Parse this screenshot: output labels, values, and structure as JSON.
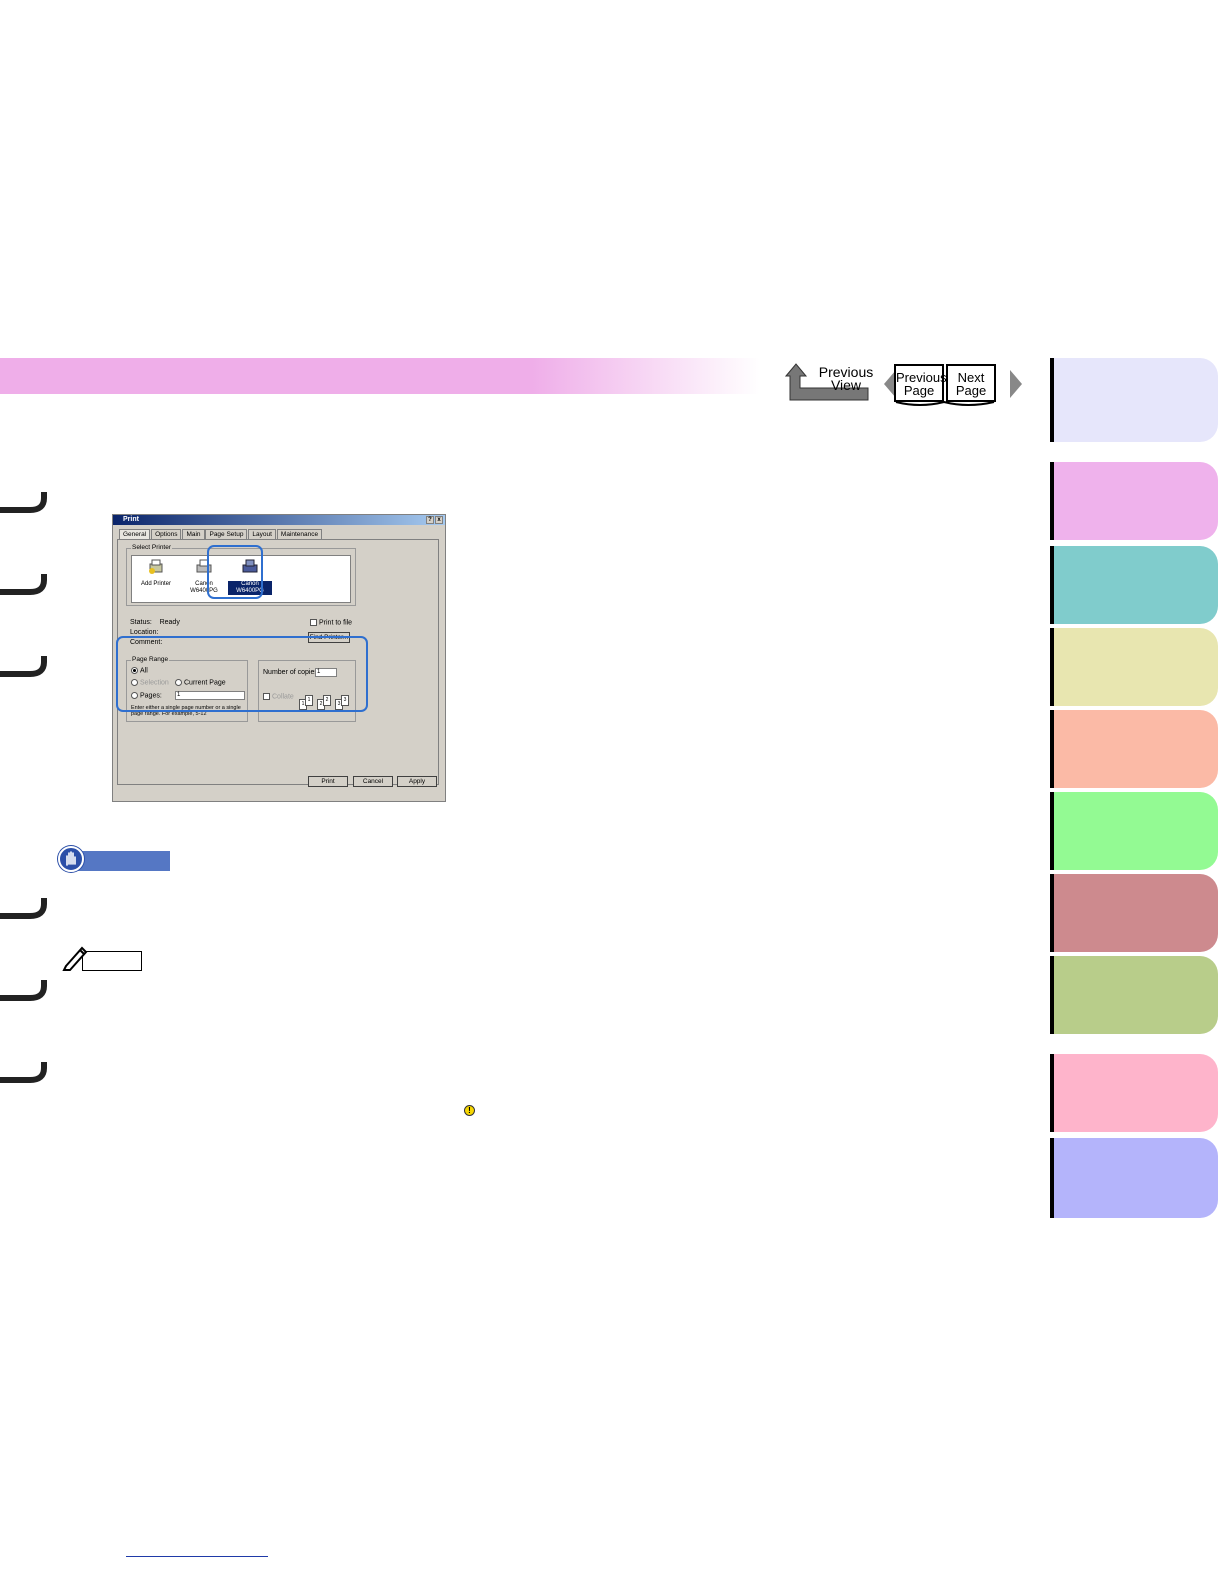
{
  "navigation": {
    "previous_view": "Previous\nView",
    "previous_page": "Previous\nPage",
    "next_page": "Next\nPage"
  },
  "dialog": {
    "title": "Print",
    "help_glyph": "?",
    "close_glyph": "x",
    "tabs": [
      "General",
      "Options",
      "Main",
      "Page Setup",
      "Layout",
      "Maintenance"
    ],
    "select_printer": {
      "label": "Select Printer",
      "items": [
        {
          "name": "Add Printer",
          "icon": "add-printer-icon"
        },
        {
          "name": "Canon\nW6400PG",
          "icon": "printer-icon"
        },
        {
          "name": "Canon\nW6400PG",
          "icon": "printer-icon",
          "selected": true
        }
      ],
      "status_label": "Status:",
      "status_value": "Ready",
      "location_label": "Location:",
      "comment_label": "Comment:",
      "print_to_file": "Print to file",
      "find_printer": "Find Printer..."
    },
    "page_range": {
      "label": "Page Range",
      "all": "All",
      "selection": "Selection",
      "current_page": "Current Page",
      "pages": "Pages:",
      "pages_value": "1",
      "hint": "Enter either a single page number or a single page range.  For example, 5-12"
    },
    "copies": {
      "label": "Number of copies:",
      "value": "1",
      "collate": "Collate",
      "pages": [
        "1",
        "1",
        "2",
        "2",
        "3",
        "3"
      ]
    },
    "buttons": {
      "print": "Print",
      "cancel": "Cancel",
      "apply": "Apply"
    }
  },
  "side_tabs_colors": [
    "#e6e6fb",
    "#efb2ec",
    "#80cccc",
    "#e8e6b0",
    "#fbbaa6",
    "#93fa93",
    "#cd8a8e",
    "#b8cd8a",
    "#feb4cb",
    "#b4b4fb"
  ]
}
